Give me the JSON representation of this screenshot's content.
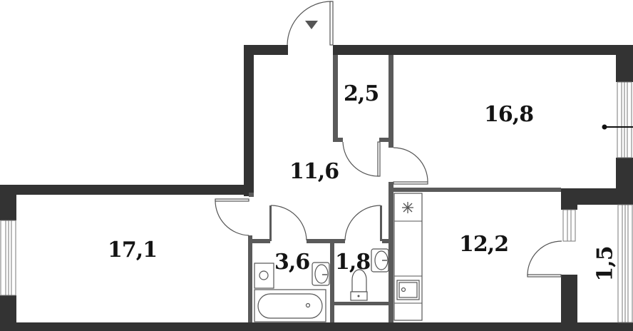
{
  "plan": {
    "type": "apartment-floor-plan",
    "entrance_marker": "triangle-down",
    "colors": {
      "exterior_wall": "#333333",
      "partition_wall": "#5a5a5a",
      "background": "#ffffff",
      "label": "#141414"
    },
    "rooms": [
      {
        "id": "hall",
        "area": "11,6"
      },
      {
        "id": "storage",
        "area": "2,5"
      },
      {
        "id": "bedroom",
        "area": "16,8"
      },
      {
        "id": "living",
        "area": "17,1"
      },
      {
        "id": "bathroom",
        "area": "3,6"
      },
      {
        "id": "toilet",
        "area": "1,8"
      },
      {
        "id": "kitchen",
        "area": "12,2"
      },
      {
        "id": "loggia",
        "area": "1,5"
      }
    ]
  }
}
